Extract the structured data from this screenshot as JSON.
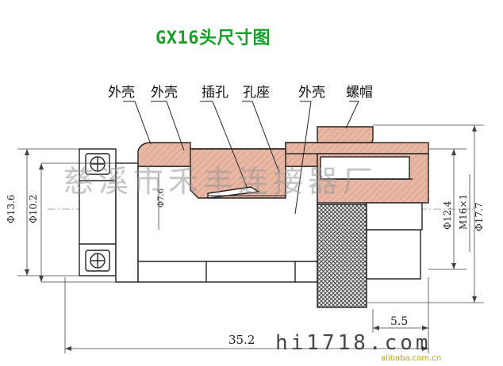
{
  "title": "GX16头尺寸图",
  "callouts": [
    {
      "label": "外壳"
    },
    {
      "label": "外壳"
    },
    {
      "label": "插孔"
    },
    {
      "label": "孔座"
    },
    {
      "label": "外壳"
    },
    {
      "label": "螺帽"
    }
  ],
  "dimensions": {
    "phi_13_6": "Φ13.6",
    "phi_10_2": "Φ10.2",
    "phi_7_6": "Φ7.6",
    "phi_12_4": "Φ12.4",
    "m16x1": "M16×1",
    "phi_17_7": "Φ17.7",
    "len_35_2": "35.2",
    "len_5_5": "5.5"
  },
  "watermark": {
    "company": "慈溪市禾丰连接器厂",
    "site": "hi1718.com",
    "source": "alibaba.com.cn"
  },
  "colors": {
    "title_green": "#18a02a",
    "section_fill": "#e8b8a4",
    "knurl": "#555555"
  }
}
